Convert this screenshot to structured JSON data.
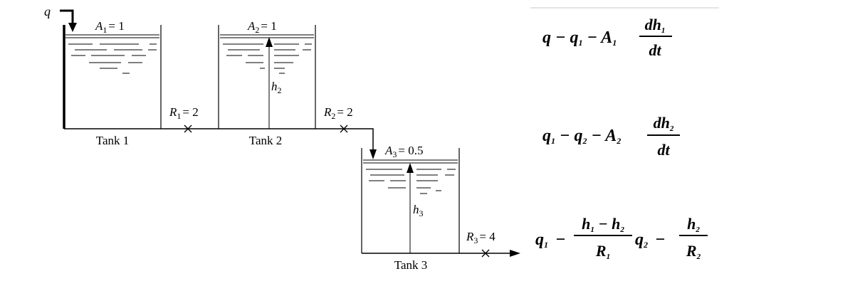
{
  "diagram": {
    "inflow_label": "q",
    "tank1": {
      "area_label": "A",
      "area_sub": "1",
      "area_value": "= 1",
      "name": "Tank 1"
    },
    "tank2": {
      "area_label": "A",
      "area_sub": "2",
      "area_value": "= 1",
      "name": "Tank 2",
      "height_label": "h",
      "height_sub": "2"
    },
    "tank3": {
      "area_label": "A",
      "area_sub": "3",
      "area_value": "= 0.5",
      "name": "Tank 3",
      "height_label": "h",
      "height_sub": "3"
    },
    "valve1": {
      "label": "R",
      "sub": "1",
      "value": "= 2"
    },
    "valve2": {
      "label": "R",
      "sub": "2",
      "value": "= 2"
    },
    "valve3": {
      "label": "R",
      "sub": "3",
      "value": "= 4"
    }
  },
  "equations": {
    "eq1": {
      "lhs": "q − q",
      "lhs_sub": "1",
      "mid": " − A",
      "mid_sub": "1",
      "num": "dh",
      "num_sub": "1",
      "den": "dt"
    },
    "eq2": {
      "lhs": "q",
      "lhs_sub": "1",
      "lhs2": " − q",
      "lhs2_sub": "2",
      "mid": " − A",
      "mid_sub": "2",
      "num": "dh",
      "num_sub": "2",
      "den": "dt"
    },
    "eq3": {
      "a_lhs": "q",
      "a_lhs_sub": "1",
      "a_eq": "−",
      "a_num_1": "h",
      "a_num_1_sub": "1",
      "a_num_op": " − h",
      "a_num_2_sub": "2",
      "a_den": "R",
      "a_den_sub": "1",
      "b_lhs": "q",
      "b_lhs_sub": "2",
      "b_eq": "−",
      "b_num": "h",
      "b_num_sub": "2",
      "b_den": "R",
      "b_den_sub": "2"
    }
  }
}
